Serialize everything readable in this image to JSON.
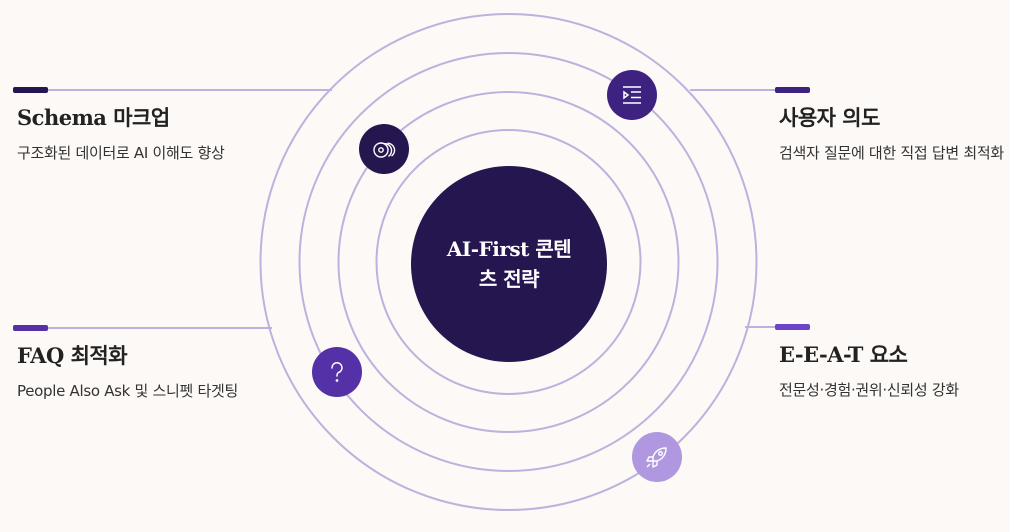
{
  "center": {
    "title": "AI-First 콘텐츠 전략",
    "color": "#26164F"
  },
  "rings": {
    "stroke_color": "#BDB1DE",
    "count": 4
  },
  "features": {
    "schema": {
      "title": "Schema 마크업",
      "description": "구조화된 데이터로 AI 이해도 향상",
      "icon": "discs-icon",
      "accent": "#26164F"
    },
    "intent": {
      "title": "사용자 의도",
      "description": "검색자 질문에 대한 직접 답변 최적화",
      "icon": "list-play-icon",
      "accent": "#3D2280"
    },
    "faq": {
      "title": "FAQ 최적화",
      "description": "People Also Ask 및 스니펫 타겟팅",
      "icon": "question-mark-icon",
      "accent": "#5431A6"
    },
    "eeat": {
      "title": "E-E-A-T 요소",
      "description": "전문성·경험·권위·신뢰성 강화",
      "icon": "rocket-icon",
      "accent": "#6A45C8"
    }
  }
}
